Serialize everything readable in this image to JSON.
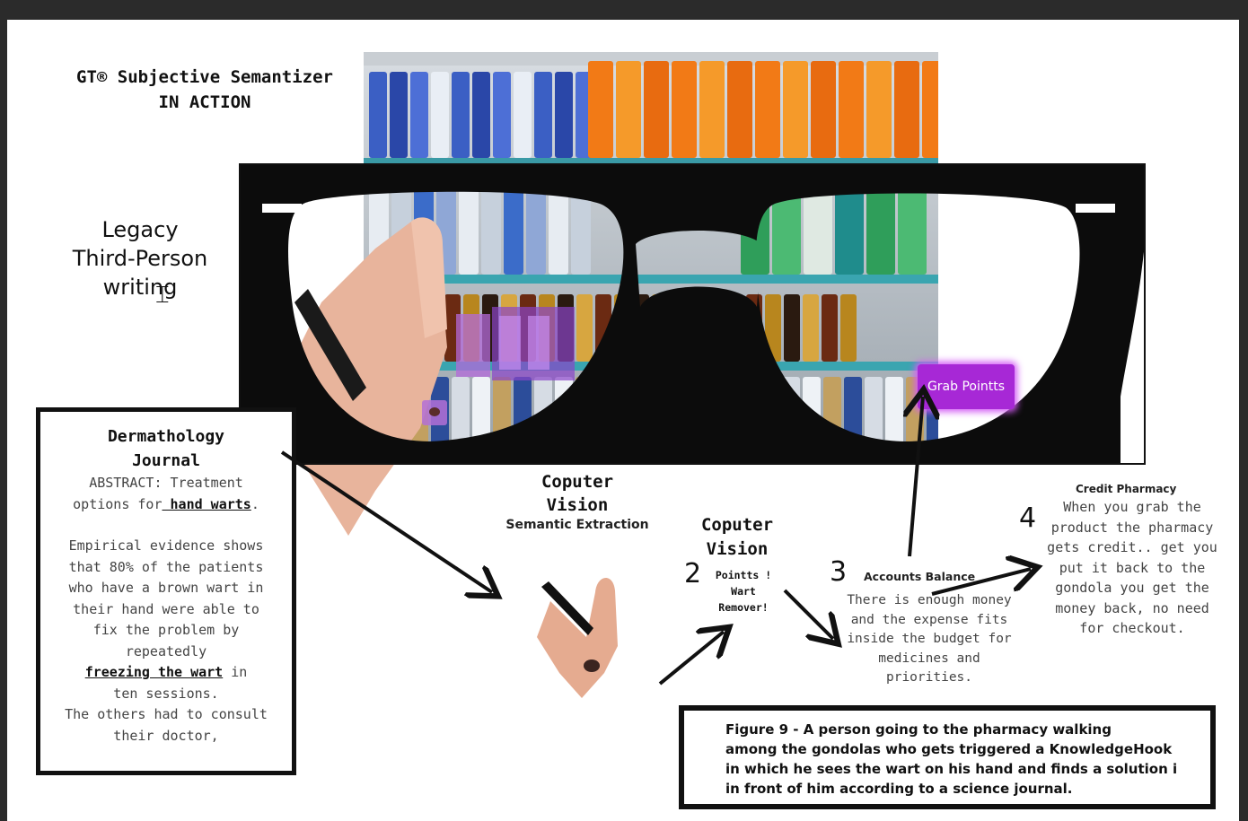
{
  "title": {
    "line1": "GT® Subjective Semantizer",
    "line2": "IN ACTION"
  },
  "legacy": {
    "line1": "Legacy",
    "line2": "Third-Person",
    "line3": "writing"
  },
  "journal": {
    "title1": "Dermathology",
    "title2": "Journal",
    "abstract_prefix": "ABSTRACT: Treatment",
    "options_prefix": "options for",
    "options_link": " hand warts",
    "options_suffix": ".",
    "p1": "Empirical evidence shows",
    "p2": "that 80% of the patients",
    "p3": "who have a brown wart in",
    "p4": "their hand were able to",
    "p5": "fix the problem by",
    "p6": "repeatedly",
    "freeze_link": "freezing the wart",
    "freeze_suffix": " in",
    "p7": "ten sessions.",
    "p8": "The others had to consult",
    "p9": "their doctor,"
  },
  "cv1": {
    "h1": "Coputer",
    "h2": "Vision",
    "sub": "Semantic Extraction"
  },
  "cv2": {
    "h1": "Coputer",
    "h2": "Vision"
  },
  "step2": {
    "num": "2",
    "l1": "Pointts !",
    "l2": "Wart",
    "l3": "Remover!"
  },
  "step3": {
    "num": "3",
    "title": "Accounts Balance",
    "l1": "There is enough money",
    "l2": "and the expense fits",
    "l3": "inside the budget for",
    "l4": "medicines and",
    "l5": "priorities."
  },
  "step4": {
    "num": "4",
    "title": "Credit Pharmacy",
    "l1": "When you grab the",
    "l2": "product the pharmacy",
    "l3": "gets credit.. get you",
    "l4": "put it back to the",
    "l5": "gondola you get the",
    "l6": "money back, no need",
    "l7": "for checkout."
  },
  "grab_button": "Grab Pointts",
  "caption": {
    "l1": "Figure 9 -  A person going to the pharmacy walking",
    "l2": "among the gondolas who gets triggered a KnowledgeHook",
    "l3": "in which he sees the wart on his hand and finds a solution i",
    "l4": "in front of him according to a science journal."
  },
  "colors": {
    "highlight": "#a728d6",
    "glow": "#d35cf5",
    "frame": "#111111",
    "text_gray": "#444444"
  }
}
